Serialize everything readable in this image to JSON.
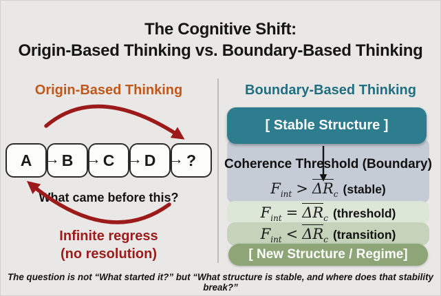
{
  "title": {
    "line1": "The Cognitive Shift:",
    "line2": "Origin-Based Thinking vs. Boundary-Based Thinking"
  },
  "left": {
    "heading": "Origin-Based Thinking",
    "chain": [
      "A",
      "B",
      "C",
      "D",
      "?"
    ],
    "arrow_glyph": "→",
    "question": "What came before this?",
    "regress_line1": "Infinite regress",
    "regress_line2": "(no resolution)"
  },
  "right": {
    "heading": "Boundary-Based Thinking",
    "stable_box": "[ Stable Structure ]",
    "threshold_label": "Coherence Threshold (Boundary)",
    "rows": [
      {
        "lhs": "F",
        "lhs_sub": "int",
        "op": ">",
        "rhs": "ΔR",
        "rhs_sub": "c",
        "label": "(stable)"
      },
      {
        "lhs": "F",
        "lhs_sub": "int",
        "op": "=",
        "rhs": "ΔR",
        "rhs_sub": "c",
        "label": "(threshold)"
      },
      {
        "lhs": "F",
        "lhs_sub": "int",
        "op": "<",
        "rhs": "ΔR",
        "rhs_sub": "c",
        "label": "(transition)"
      }
    ],
    "new_box": "[ New Structure / Regime]"
  },
  "footer": {
    "text": "The question is not “What started it?” but “What structure is stable, and where does that stability break?”"
  },
  "colors": {
    "background": "#e9e8e6",
    "orange_heading": "#c2571c",
    "teal_heading": "#1f6f80",
    "teal_box": "#2e7d8e",
    "dark_red_arrow": "#9c1a1a",
    "gray_panel": "#c5ccd5",
    "threshold_row": "#dde7d7",
    "transition_row": "#c5d3bb",
    "new_structure_box": "#8da577"
  }
}
